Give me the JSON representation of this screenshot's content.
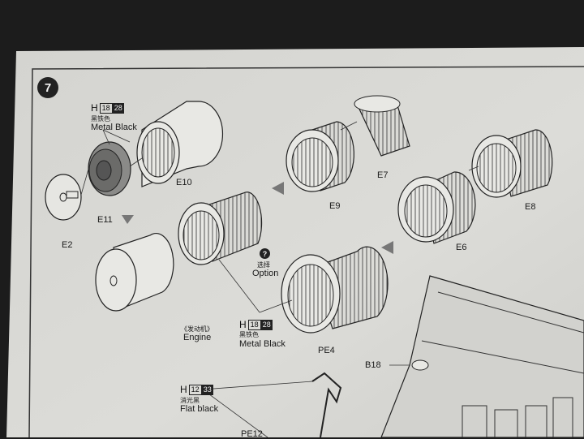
{
  "step_number": "7",
  "color_codes": {
    "metal_black_top": {
      "letter": "H",
      "n1": "18",
      "n2": "28",
      "cn": "黑铁色",
      "en": "Metal  Black"
    },
    "metal_black_bottom": {
      "letter": "H",
      "n1": "18",
      "n2": "28",
      "cn": "黑铁色",
      "en": "Metal  Black"
    },
    "flat_black": {
      "letter": "H",
      "n1": "12",
      "n2": "33",
      "cn": "消光黑",
      "en": "Flat black"
    }
  },
  "parts": {
    "e10": "E10",
    "e11": "E11",
    "e2": "E2",
    "e9": "E9",
    "e7": "E7",
    "e6": "E6",
    "e8": "E8",
    "pe4": "PE4",
    "b18": "B18",
    "pe12": "PE12"
  },
  "option": {
    "symbol": "?",
    "cn": "选择",
    "en": "Option"
  },
  "engine": {
    "cn": "《发动机》",
    "en": "Engine"
  },
  "colors": {
    "paper": "#dcdcd8",
    "line": "#2a2a2a",
    "background": "#1c1c1c"
  }
}
